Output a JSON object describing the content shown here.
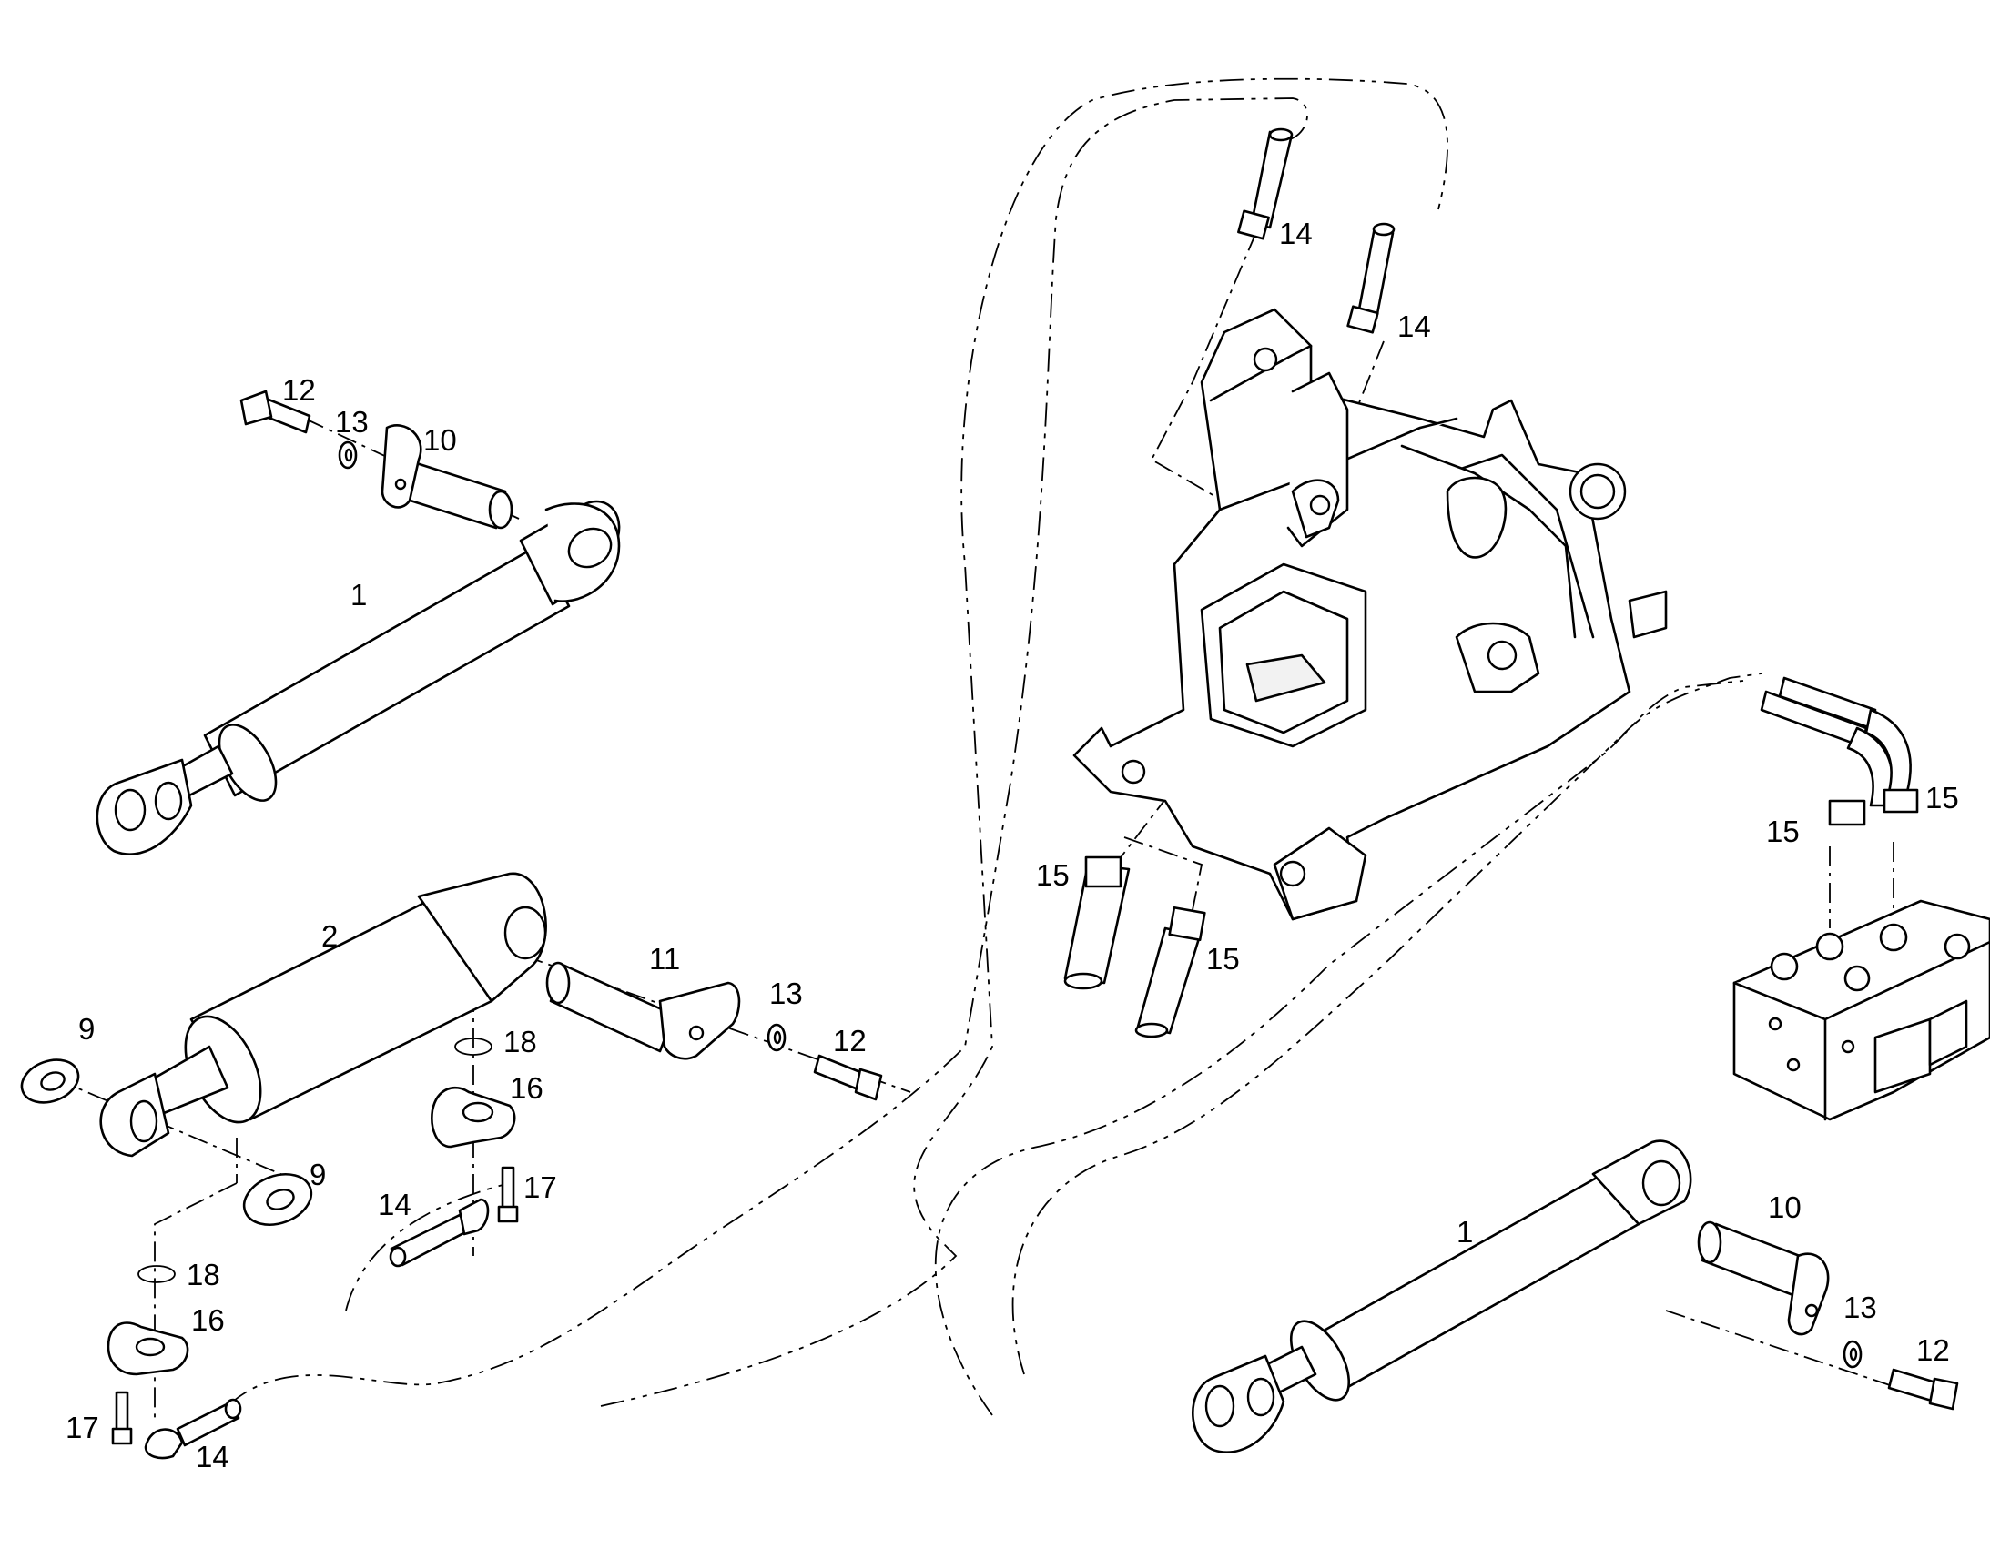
{
  "callouts": {
    "c1a": "1",
    "c1b": "1",
    "c2": "2",
    "c9a": "9",
    "c9b": "9",
    "c10a": "10",
    "c10b": "10",
    "c11": "11",
    "c12a": "12",
    "c12b": "12",
    "c12c": "12",
    "c13a": "13",
    "c13b": "13",
    "c13c": "13",
    "c14a": "14",
    "c14b": "14",
    "c14c": "14",
    "c14d": "14",
    "c15a": "15",
    "c15b": "15",
    "c15c": "15",
    "c15d": "15",
    "c16a": "16",
    "c16b": "16",
    "c17a": "17",
    "c17b": "17",
    "c18a": "18",
    "c18b": "18"
  }
}
